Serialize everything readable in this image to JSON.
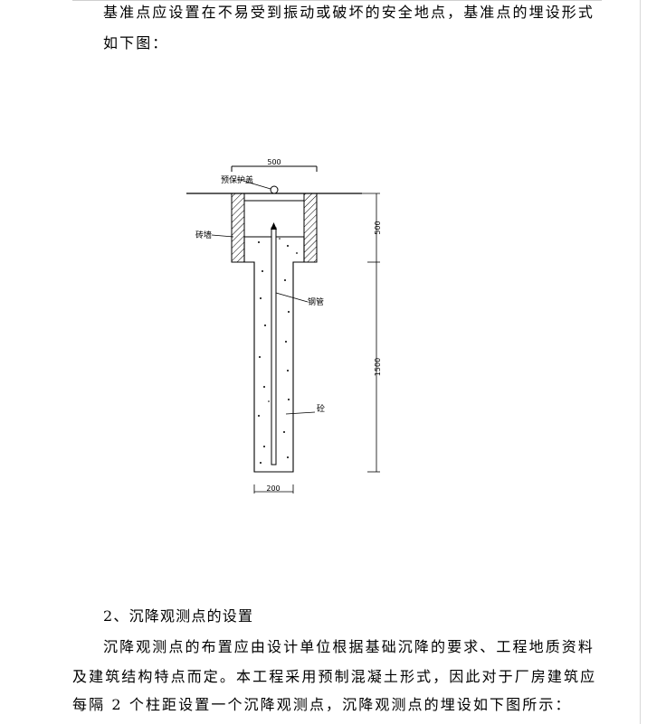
{
  "document": {
    "paragraph1": {
      "line1": "基准点应设置在不易受到振动或破坏的安全地点，基准点的埋设形式",
      "line2": "如下图："
    },
    "figure": {
      "dim_top": "500",
      "dim_bottom": "200",
      "dim_upper": "500",
      "dim_lower": "1500",
      "label_cap": "预保护盖",
      "label_brick": "砖墙",
      "label_pipe": "钢管",
      "label_concrete": "砼"
    },
    "section2": {
      "heading": "2、沉降观测点的设置",
      "line1": "沉降观测点的布置应由设计单位根据基础沉降的要求、工程地质资料",
      "line2": "及建筑结构特点而定。本工程采用预制混凝土形式，因此对于厂房建筑应",
      "line3": "每隔 2 个柱距设置一个沉降观测点，沉降观测点的埋设如下图所示："
    }
  }
}
